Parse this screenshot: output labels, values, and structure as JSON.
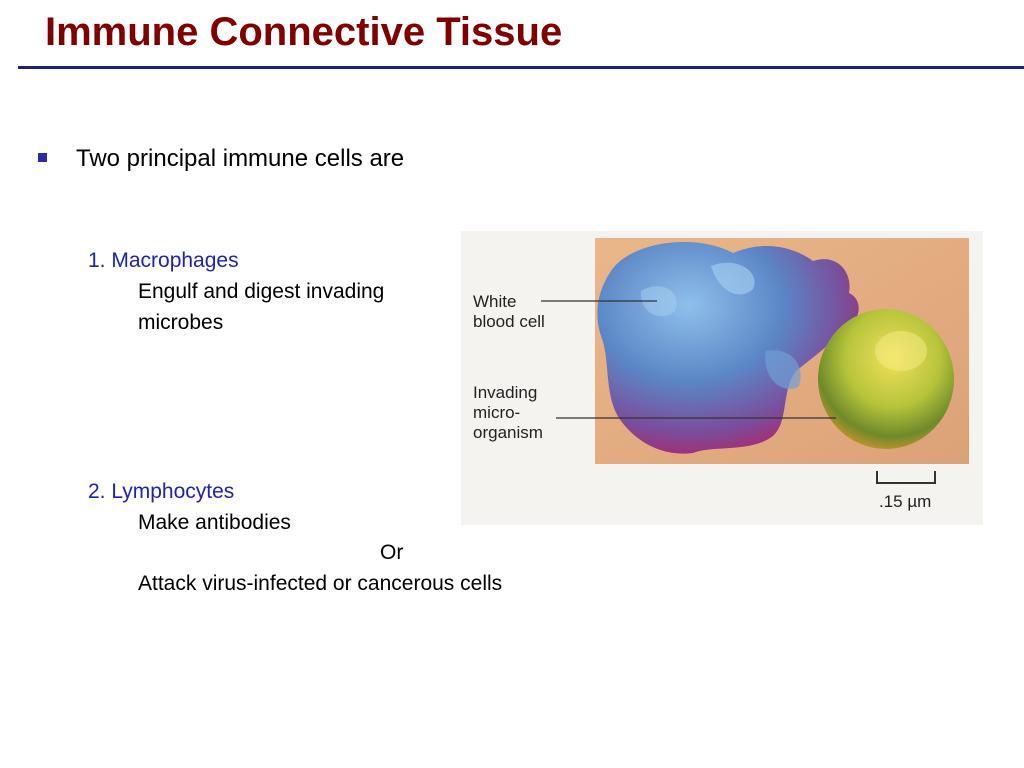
{
  "slide": {
    "title": "Immune Connective Tissue",
    "intro": "Two principal immune cells are",
    "items": [
      {
        "heading": "1.  Macrophages",
        "lines": [
          "Engulf and digest invading",
          "microbes"
        ]
      },
      {
        "heading": "2.  Lymphocytes",
        "lines": [
          "Make antibodies",
          "Attack virus-infected or cancerous cells"
        ],
        "connector": "Or"
      }
    ]
  },
  "figure": {
    "labels": {
      "white_blood_cell": [
        "White",
        "blood cell"
      ],
      "invading": [
        "Invading",
        "micro-",
        "organism"
      ]
    },
    "scale_bar": ".15 µm"
  },
  "colors": {
    "title": "#800000",
    "rule": "#1c1c8f",
    "list_heading": "#1f23b5"
  }
}
